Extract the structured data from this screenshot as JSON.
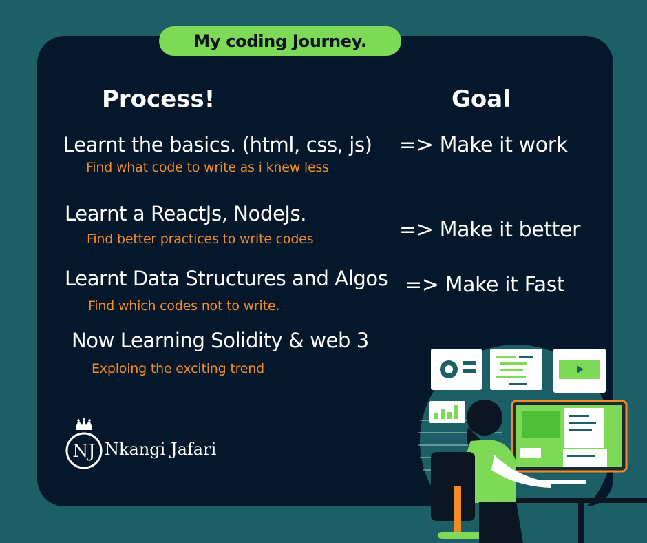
{
  "title": "My coding Journey.",
  "headings": {
    "process": "Process!",
    "goal": "Goal"
  },
  "steps": [
    {
      "label": "Learnt the basics. (html, css, js)",
      "note": "Find what code to write as i knew less"
    },
    {
      "label": "Learnt a ReactJs, NodeJs.",
      "note": "Find better practices to write codes"
    },
    {
      "label": "Learnt Data Structures and Algos",
      "note": "Find which codes not to write."
    },
    {
      "label": "Now Learning Solidity & web 3",
      "note": "Exploing the exciting trend"
    }
  ],
  "goals": [
    "=> Make it work",
    "=> Make it better",
    "=> Make it Fast"
  ],
  "brand": {
    "initials": "NJ",
    "name": "Nkangi Jafari"
  },
  "colors": {
    "background": "#1c5f66",
    "card": "#05172a",
    "accent_green": "#7ed957",
    "note_orange": "#f28c28",
    "text": "#ffffff"
  },
  "illustration": {
    "icon": "developer-at-desk-illustration"
  }
}
